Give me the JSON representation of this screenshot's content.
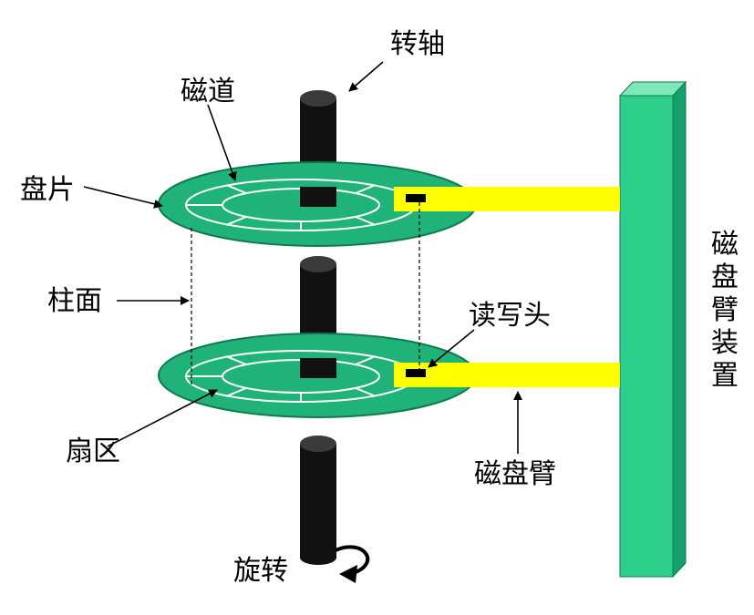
{
  "labels": {
    "spindle": "转轴",
    "track": "磁道",
    "platter": "盘片",
    "cylinder": "柱面",
    "read_write_head": "读写头",
    "sector": "扇区",
    "disk_arm": "磁盘臂",
    "rotation": "旋转",
    "arm_assembly": [
      "磁",
      "盘",
      "臂",
      "装",
      "置"
    ]
  },
  "colors": {
    "platter": "#1fb37a",
    "platter_edge": "#0f7a50",
    "arm": "#ffff00",
    "assembly_front": "#2ecf8a",
    "assembly_side": "#14a06a",
    "assembly_top": "#7ee8b6",
    "spindle": "#111111",
    "head": "#000000"
  }
}
